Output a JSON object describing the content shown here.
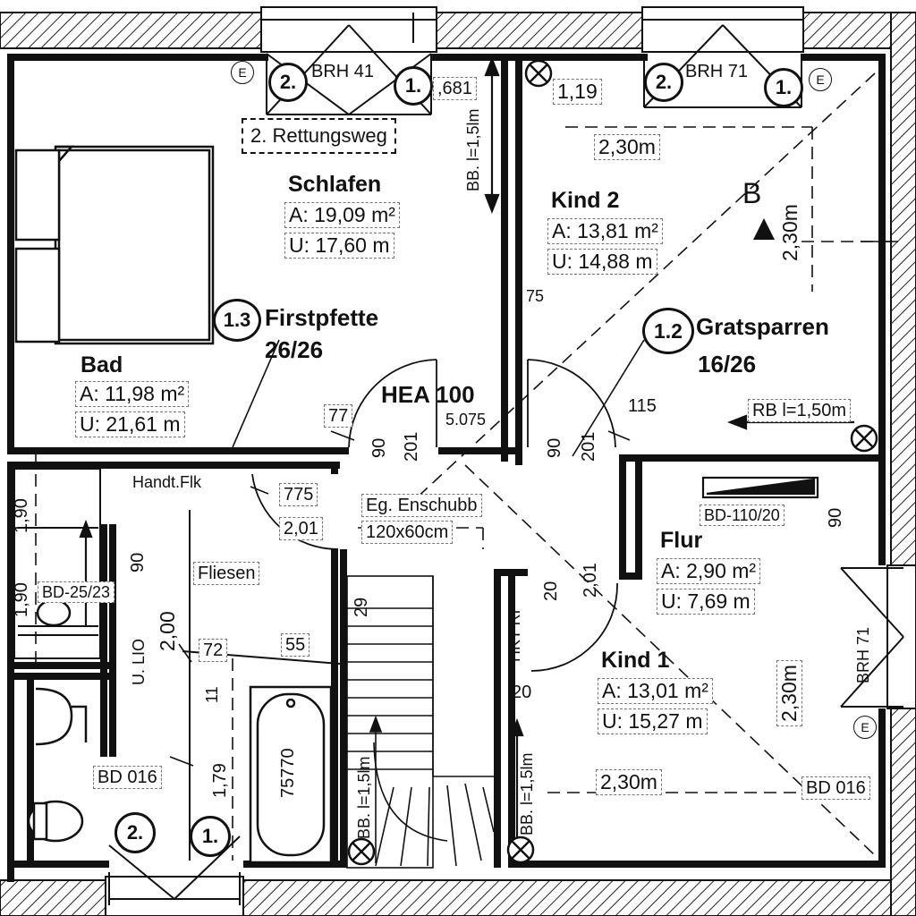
{
  "rooms": {
    "schlafen": {
      "name": "Schlafen",
      "area": "A: 19,09 m²",
      "perimeter": "U: 17,60 m"
    },
    "kind2": {
      "name": "Kind 2",
      "area": "A: 13,81 m²",
      "perimeter": "U: 14,88 m"
    },
    "bad": {
      "name": "Bad",
      "area": "A: 11,98 m²",
      "perimeter": "U: 21,61 m"
    },
    "flur": {
      "name": "Flur",
      "area": "A: 2,90 m²",
      "perimeter": "U: 7,69 m"
    },
    "kind1": {
      "name": "Kind 1",
      "area": "A: 13,01 m²",
      "perimeter": "U: 15,27 m"
    }
  },
  "beams": {
    "firstpfette": {
      "number": "1.3",
      "name": "Firstpfette",
      "size": "26/26"
    },
    "gratsparren": {
      "number": "1.2",
      "name": "Gratsparren",
      "size": "16/26"
    },
    "hea": "HEA 100"
  },
  "markers": {
    "b_marker": "B",
    "rettungsweg": "2. Rettungsweg",
    "window_num_1": "1.",
    "window_num_2": "2.",
    "e_marker": "E"
  },
  "windows": {
    "brh41": "BRH 41",
    "brh71": "BRH 71",
    "brh71_side": "BRH 71"
  },
  "labels": {
    "handt_flk": "Handt.Flk",
    "fliesen": "Fliesen",
    "eg_enschubb": "Eg. Enschubb",
    "hole_size": "120x60cm",
    "bd_110": "BD-110/20",
    "bd_25": "BD-25/23",
    "bd_016_left": "BD 016",
    "bd_016_right": "BD 016",
    "rb": "RB l=1,50m",
    "bb_top": "BB. l=1,5lm",
    "bb_stair_left": "BB. l=1,5lm",
    "bb_stair_right": "BB. l=1,5lm",
    "tub": "75770",
    "hkt_rp": "HKT RP",
    "u_lio": "U. LIO"
  },
  "dims": {
    "d_681": ",681",
    "d_119": "1,19",
    "d_230_kind2": "2,30m",
    "d_230_kind2_v": "2,30m",
    "d_75": "75",
    "d_77": "77",
    "d_5075": "5.075",
    "d_115": "115",
    "d_90_a": "90",
    "d_201_a": "201",
    "d_90_b": "90",
    "d_201_b": "201",
    "d_775": "775",
    "d_201_c": "2,01",
    "d_90_flur": "90",
    "d_201_flur": "2,01",
    "d_20_a": "20",
    "d_20_b": "20",
    "d_29": "29",
    "d_190": "1,90",
    "d_190b": "1,90",
    "d_90_bad": "90",
    "d_200": "2,00",
    "d_72": "72",
    "d_55": "55",
    "d_11": "11",
    "d_179": "1,79",
    "d_230_kind1_v": "2,30m",
    "d_230_kind1": "2,30m"
  }
}
